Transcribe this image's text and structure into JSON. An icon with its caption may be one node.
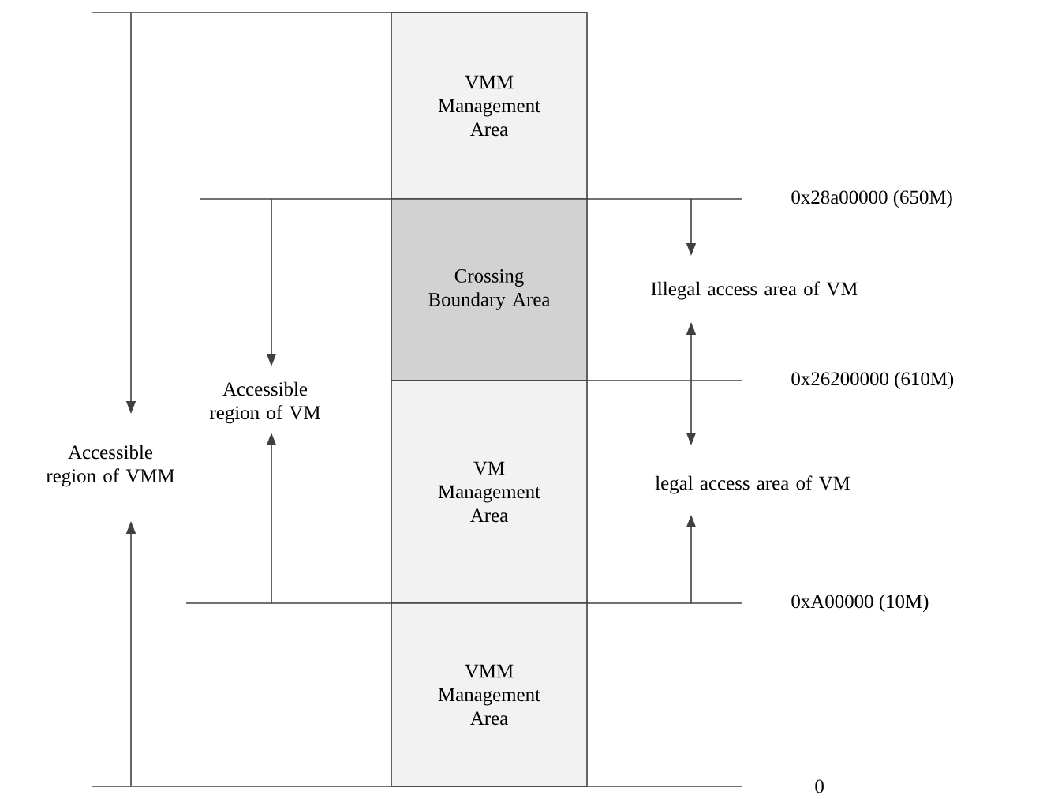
{
  "diagram": {
    "nodes": [
      {
        "text": [
          "VMM Management Area"
        ]
      },
      {
        "text": [
          "Crossing Boundary Area"
        ]
      },
      {
        "text": [
          "VM Management Area"
        ]
      },
      {
        "text": [
          "VMM Management Area"
        ]
      }
    ],
    "labels": [
      "0x28a00000 (650M)",
      "Illegal access area of VM",
      "Accessible region of VM",
      "0x26200000 (610M)",
      "Accessible region of VMM",
      "legal access area of VM",
      "0xA00000 (10M)",
      "0"
    ]
  }
}
